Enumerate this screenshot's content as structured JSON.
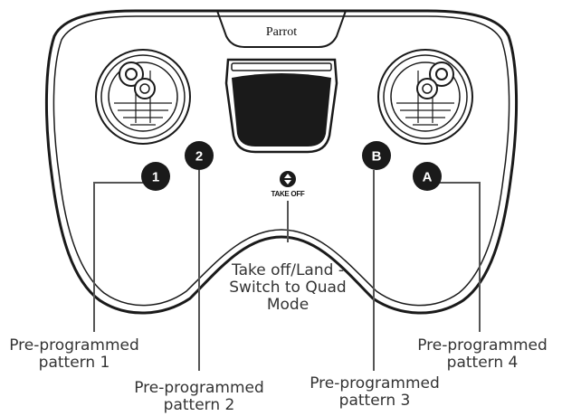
{
  "controller": {
    "brand": "Parrot",
    "takeoff_label": "TAKE OFF",
    "buttons": {
      "b1": "1",
      "b2": "2",
      "bB": "B",
      "bA": "A"
    }
  },
  "callouts": {
    "takeoff": {
      "line1": "Take off/Land -",
      "line2": "Switch to Quad",
      "line3": "Mode"
    },
    "p1": {
      "line1": "Pre-programmed",
      "line2": "pattern 1"
    },
    "p2": {
      "line1": "Pre-programmed",
      "line2": "pattern 2"
    },
    "p3": {
      "line1": "Pre-programmed",
      "line2": "pattern 3"
    },
    "p4": {
      "line1": "Pre-programmed",
      "line2": "pattern 4"
    }
  },
  "colors": {
    "outline": "#1a1a1a",
    "badge": "#1a1a1a",
    "leader": "#555555",
    "text": "#333333"
  }
}
